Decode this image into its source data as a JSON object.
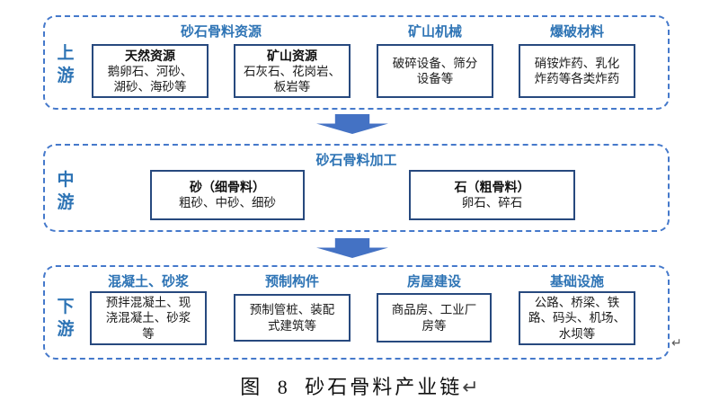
{
  "colors": {
    "tier_border_blue": "#4579CB",
    "header_text_blue": "#2E74B5",
    "box_border_navy": "#27497E",
    "arrow_blue": "#4472C4",
    "return_mark_gray": "#595959"
  },
  "tiers": [
    {
      "label": "上游",
      "groups": [
        {
          "header": "砂石骨料资源",
          "boxes": [
            {
              "title": "天然资源",
              "body": "鹅卵石、河砂、\n湖砂、海砂等"
            },
            {
              "title": "矿山资源",
              "body": "石灰石、花岗岩、\n板岩等"
            }
          ]
        },
        {
          "header": "矿山机械",
          "boxes": [
            {
              "body": "破碎设备、筛分\n设备等"
            }
          ]
        },
        {
          "header": "爆破材料",
          "boxes": [
            {
              "body": "硝铵炸药、乳化\n炸药等各类炸药"
            }
          ]
        }
      ]
    },
    {
      "label": "中游",
      "header": "砂石骨料加工",
      "boxes": [
        {
          "title": "砂（细骨料）",
          "body": "粗砂、中砂、细砂"
        },
        {
          "title": "石（粗骨料）",
          "body": "卵石、碎石"
        }
      ]
    },
    {
      "label": "下游",
      "groups": [
        {
          "header": "混凝土、砂浆",
          "boxes": [
            {
              "body": "预拌混凝土、现\n浇混凝土、砂浆\n等"
            }
          ]
        },
        {
          "header": "预制构件",
          "boxes": [
            {
              "body": "预制管桩、装配\n式建筑等"
            }
          ]
        },
        {
          "header": "房屋建设",
          "boxes": [
            {
              "body": "商品房、工业厂\n房等"
            }
          ]
        },
        {
          "header": "基础设施",
          "boxes": [
            {
              "body": "公路、桥梁、铁\n路、码头、机场、\n水坝等"
            }
          ]
        }
      ]
    }
  ],
  "page_return_mark": "↵",
  "caption": {
    "text": "图 8 砂石骨料产业链",
    "return_mark": "↵"
  }
}
